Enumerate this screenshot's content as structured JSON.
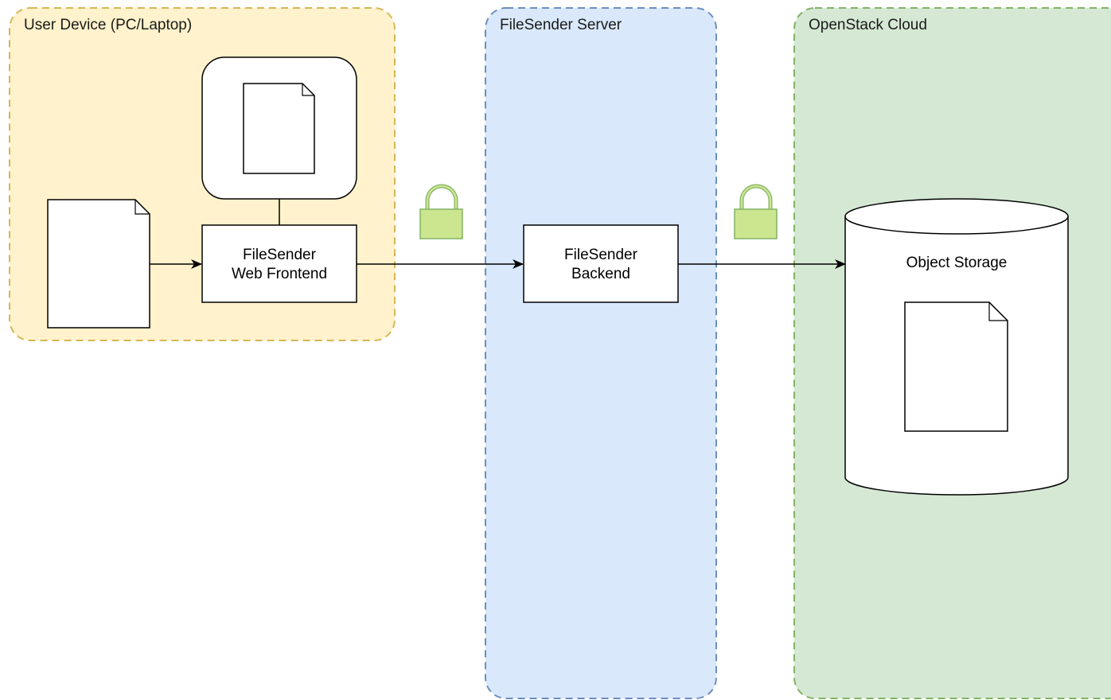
{
  "zones": {
    "user_device": {
      "title": "User Device (PC/Laptop)",
      "fill": "#fff2cc",
      "stroke": "#d6b656"
    },
    "server": {
      "title": "FileSender Server",
      "fill": "#dae8fc",
      "stroke": "#6c8ebf"
    },
    "cloud": {
      "title": "OpenStack Cloud",
      "fill": "#d5e8d4",
      "stroke": "#82b366"
    }
  },
  "nodes": {
    "frontend": {
      "line1": "FileSender",
      "line2": "Web Frontend"
    },
    "backend": {
      "line1": "FileSender",
      "line2": "Backend"
    },
    "storage": {
      "label": "Object Storage"
    }
  },
  "icons": {
    "lock": "lock-icon",
    "document": "document-icon",
    "lock_fill": "#cce58f",
    "lock_stroke": "#82b366"
  }
}
